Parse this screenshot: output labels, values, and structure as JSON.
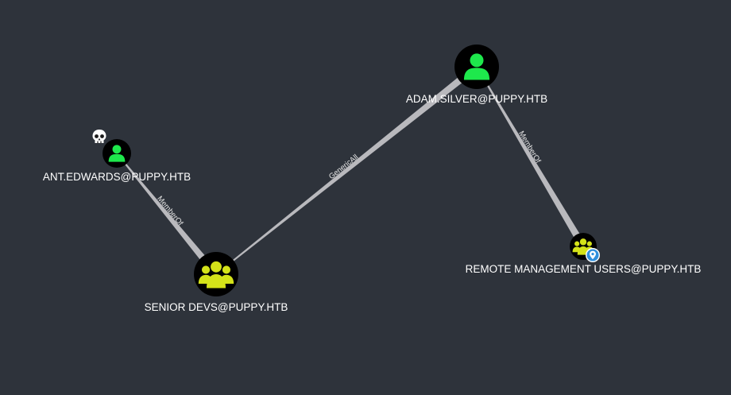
{
  "colors": {
    "background": "#2e333b",
    "node_circle": "#000000",
    "user_icon": "#1ee84c",
    "group_icon": "#d4e219",
    "edge": "#b9b9bd",
    "label_text": "#ffffff",
    "pin_badge": "#2f8fdc"
  },
  "nodes": [
    {
      "id": "ant",
      "type": "user",
      "icon": "user-icon",
      "label": "ANT.EDWARDS@PUPPY.HTB",
      "badge": "skull-icon"
    },
    {
      "id": "adam",
      "type": "user",
      "icon": "user-icon",
      "label": "ADAM.SILVER@PUPPY.HTB",
      "badge": ""
    },
    {
      "id": "senior",
      "type": "group",
      "icon": "group-icon",
      "label": "SENIOR DEVS@PUPPY.HTB",
      "badge": ""
    },
    {
      "id": "remote",
      "type": "group",
      "icon": "group-icon",
      "label": "REMOTE MANAGEMENT USERS@PUPPY.HTB",
      "badge": "map-pin-icon"
    }
  ],
  "edges": [
    {
      "from": "ant",
      "to": "senior",
      "label": "MemberOf"
    },
    {
      "from": "senior",
      "to": "adam",
      "label": "GenericAll"
    },
    {
      "from": "adam",
      "to": "remote",
      "label": "MemberOf"
    }
  ]
}
